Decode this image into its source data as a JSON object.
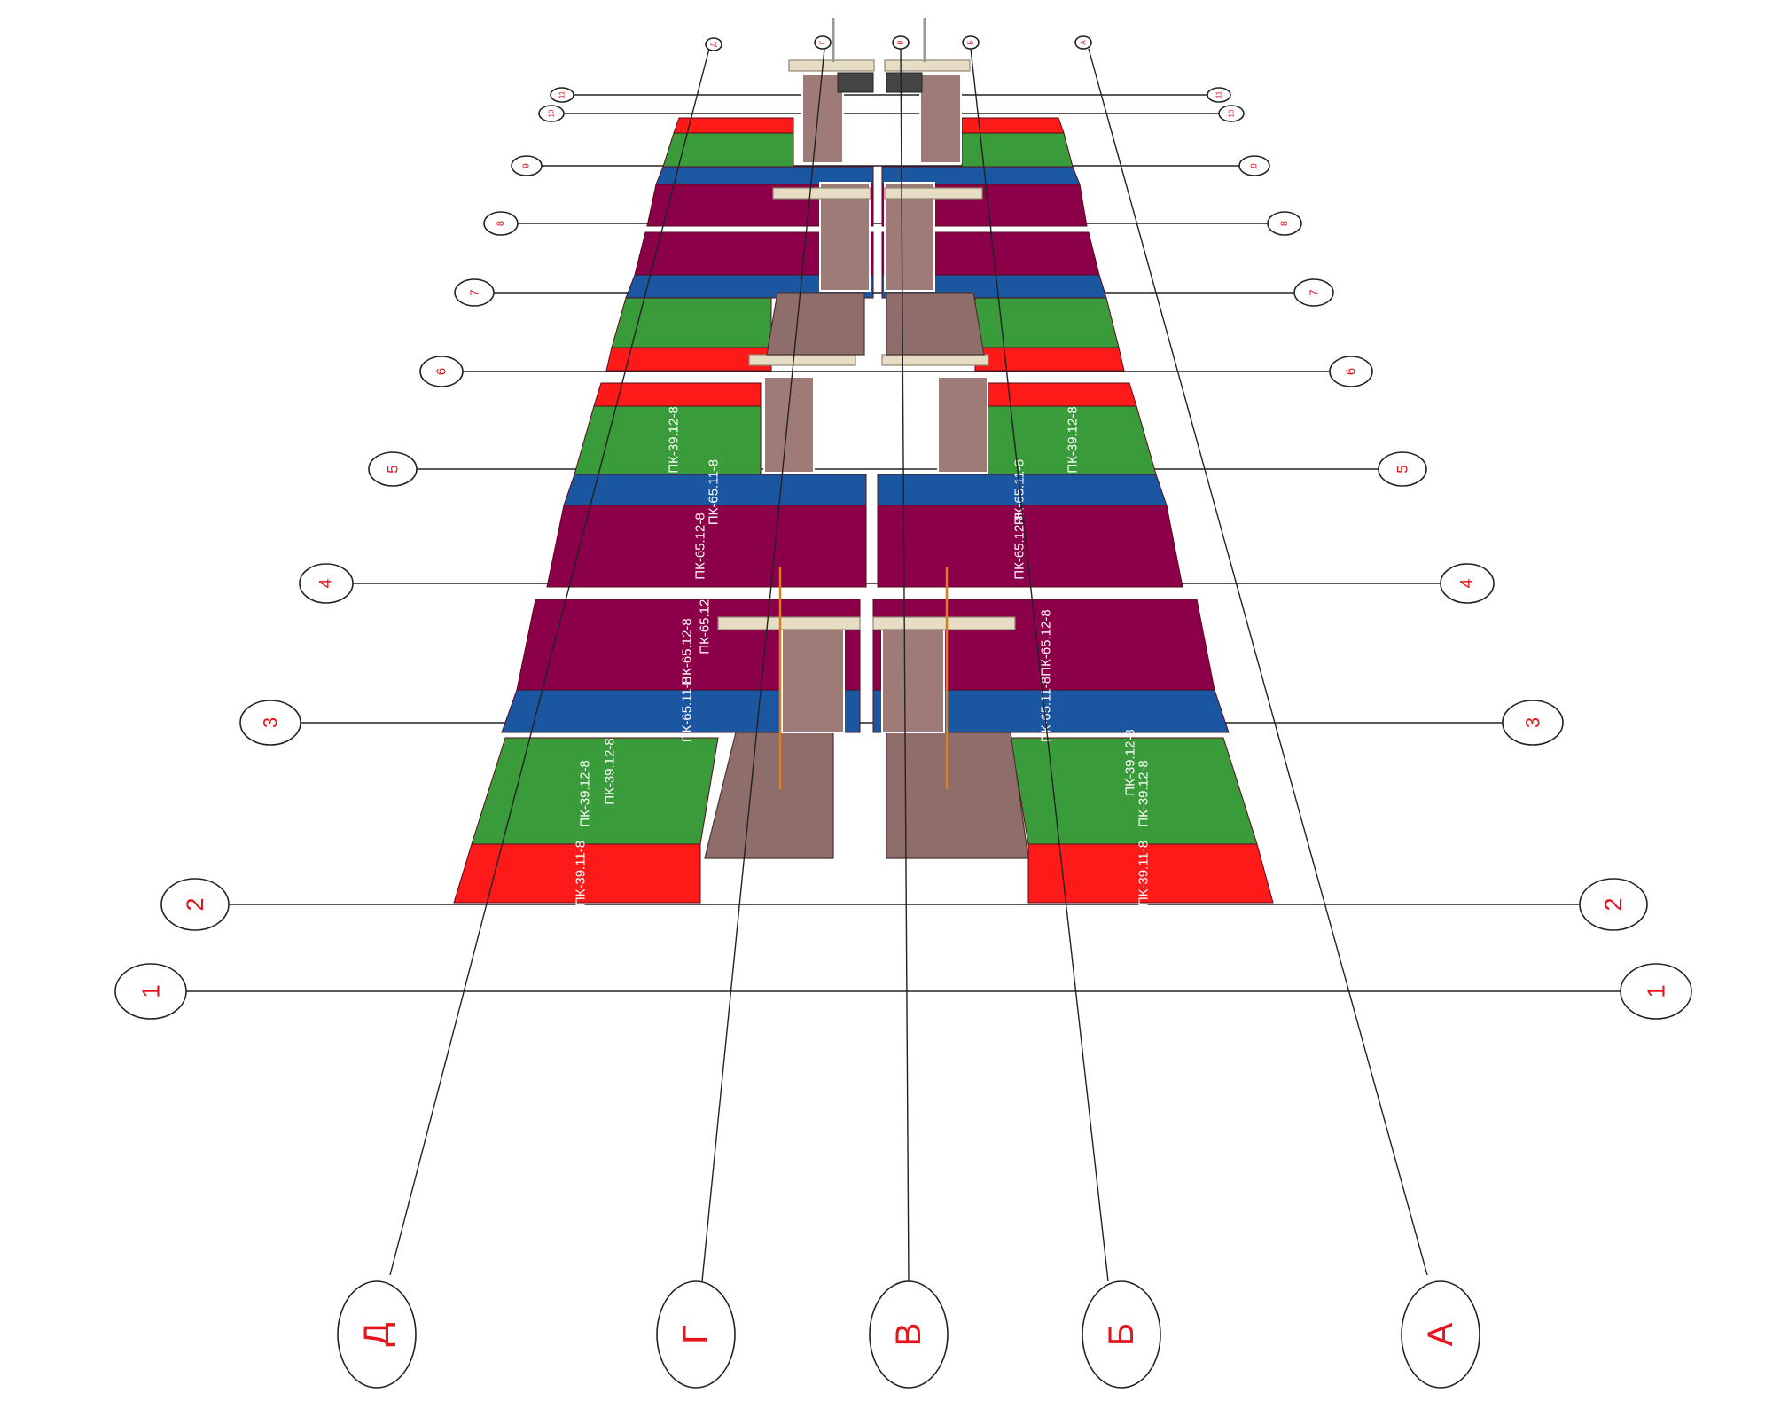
{
  "axes_letters": [
    {
      "id": "D",
      "label": "Д"
    },
    {
      "id": "G",
      "label": "Г"
    },
    {
      "id": "V",
      "label": "В"
    },
    {
      "id": "B",
      "label": "Б"
    },
    {
      "id": "A",
      "label": "А"
    }
  ],
  "axes_numbers": [
    {
      "id": "n1",
      "label": "1"
    },
    {
      "id": "n2",
      "label": "2"
    },
    {
      "id": "n3",
      "label": "3"
    },
    {
      "id": "n4",
      "label": "4"
    },
    {
      "id": "n5",
      "label": "5"
    },
    {
      "id": "n6",
      "label": "6"
    },
    {
      "id": "n7",
      "label": "7"
    },
    {
      "id": "n8",
      "label": "8"
    },
    {
      "id": "n9",
      "label": "9"
    },
    {
      "id": "n10",
      "label": "10"
    },
    {
      "id": "n11",
      "label": "11"
    }
  ],
  "slab_labels": {
    "left_red_low": "ПК-39.11-8",
    "left_green_low_a": "ПК-39.12-8",
    "left_green_low_b": "ПК-39.12-8",
    "left_blue_3": "ПК-65.11-8",
    "left_purple_3a": "ПК-65.12-8",
    "left_purple_3b": "ПК-65.12-8",
    "left_purple_4": "ПК-65.12-8",
    "left_blue_5": "ПК-65.11-8",
    "left_green_5": "ПК-39.12-8",
    "right_red_low": "ПК-39.11-8",
    "right_green_low_a": "ПК-39.12-8",
    "right_green_low_b": "ПК-39.12-8",
    "right_blue_3": "ПК-65.11-8",
    "right_purple_3": "ПК-65.12-8",
    "right_purple_4": "ПК-65.12-8",
    "right_blue_5": "ПК-65.11-8",
    "right_green_5": "ПК-39.12-8"
  },
  "colors": {
    "red": "#ff1a1a",
    "green": "#3a9b3a",
    "blue": "#1b56a0",
    "purple": "#8c0049",
    "bubble_text": "#e8141c"
  }
}
